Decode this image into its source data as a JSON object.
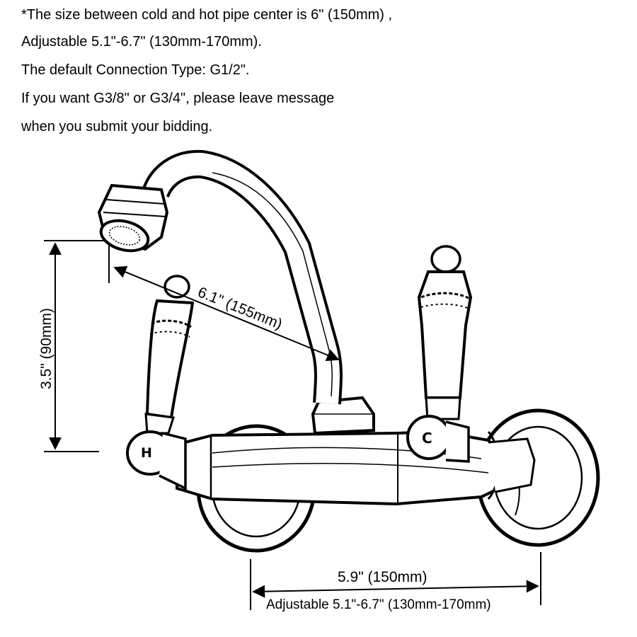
{
  "notes": [
    "*The size between cold and hot pipe center is 6\" (150mm) ,",
    "Adjustable 5.1\"-6.7\" (130mm-170mm).",
    "The default Connection Type: G1/2\".",
    "If you want G3/8\" or G3/4\", please leave message",
    "when you submit your bidding."
  ],
  "dimensions": {
    "height": "3.5\" (90mm)",
    "reach": "6.1\" (155mm)",
    "center_width": "5.9\" (150mm)",
    "adjustable": "Adjustable 5.1\"-6.7\" (130mm-170mm)"
  },
  "handle_labels": {
    "hot": "H",
    "cold": "C"
  }
}
